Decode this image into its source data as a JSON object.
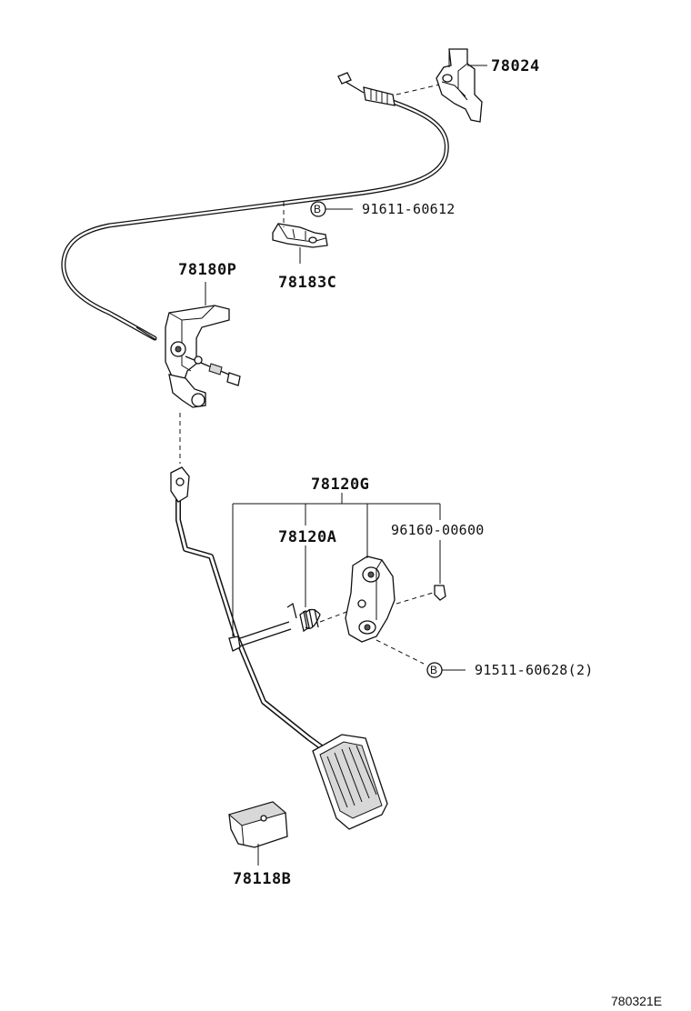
{
  "parts": {
    "bracket_78024": "78024",
    "bolt_91611": "91611-60612",
    "clamp_78183c": "78183C",
    "bracket_78180p": "78180P",
    "pedal_assy_78120g": "78120G",
    "spring_78120a": "78120A",
    "clip_96160": "96160-00600",
    "bolt_91511": "91511-60628(2)",
    "stopper_78118b": "78118B"
  },
  "markers": {
    "bolt_marker_upper": "B",
    "bolt_marker_lower": "B"
  },
  "diagram_id": "780321E"
}
